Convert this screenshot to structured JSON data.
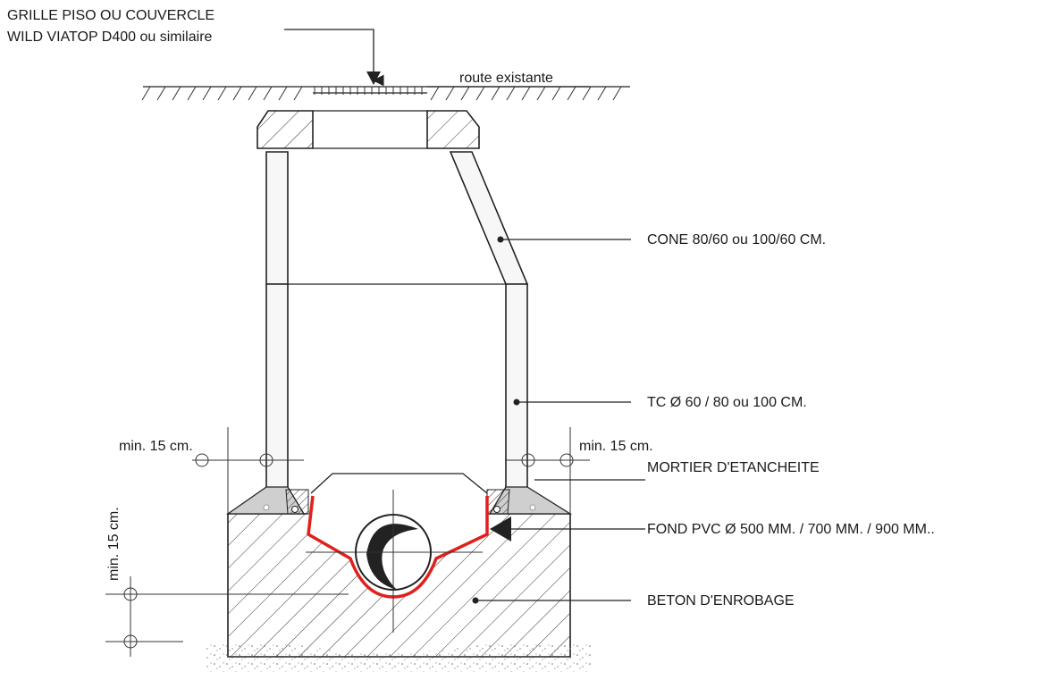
{
  "labels": {
    "grille_line1": "GRILLE PISO OU COUVERCLE",
    "grille_line2": "WILD VIATOP D400 ou similaire",
    "route": "route existante",
    "cone": "CONE 80/60 ou 100/60 CM.",
    "tc": "TC Ø 60 / 80 ou 100 CM.",
    "min_left": "min. 15 cm.",
    "min_right": "min. 15 cm.",
    "min_vertical": "min. 15 cm.",
    "mortier": "MORTIER D'ETANCHEITE",
    "fond": "FOND PVC Ø 500 MM. / 700 MM. / 900 MM..",
    "beton": "BETON D'ENROBAGE"
  },
  "colors": {
    "outline": "#222222",
    "pvc_liner": "#e0201c",
    "mortar": "#cfcfcf"
  }
}
